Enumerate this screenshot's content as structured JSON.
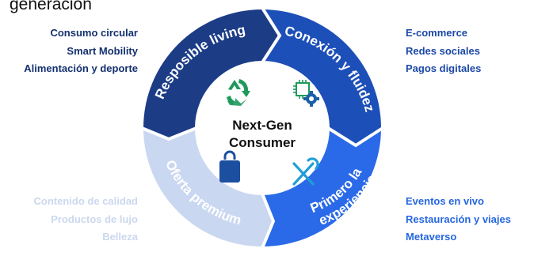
{
  "header": {
    "title": "generación"
  },
  "center": {
    "line1": "Next-Gen",
    "line2": "Consumer"
  },
  "segments": {
    "responsible": {
      "label": "Resposible living",
      "items": [
        "Consumo circular",
        "Smart Mobility",
        "Alimentación y deporte"
      ],
      "color": "#1c3c86",
      "icon": "recycle-icon"
    },
    "conexion": {
      "label": "Conexión y fluidez",
      "items": [
        "E-commerce",
        "Redes sociales",
        "Pagos digitales"
      ],
      "color": "#1d4fb8",
      "icon": "chip-gear-icon"
    },
    "experiencia": {
      "label_line1": "Primero la",
      "label_line2": "experiencia",
      "items": [
        "Eventos en vivo",
        "Restauración y viajes",
        "Metaverso"
      ],
      "color": "#2a6ae8",
      "icon": "fork-knife-icon"
    },
    "premium": {
      "label": "Oferta premium",
      "items": [
        "Contenido de calidad",
        "Productos de lujo",
        "Belleza"
      ],
      "color": "#c9d7f1",
      "icon": "shopping-bag-icon"
    }
  }
}
